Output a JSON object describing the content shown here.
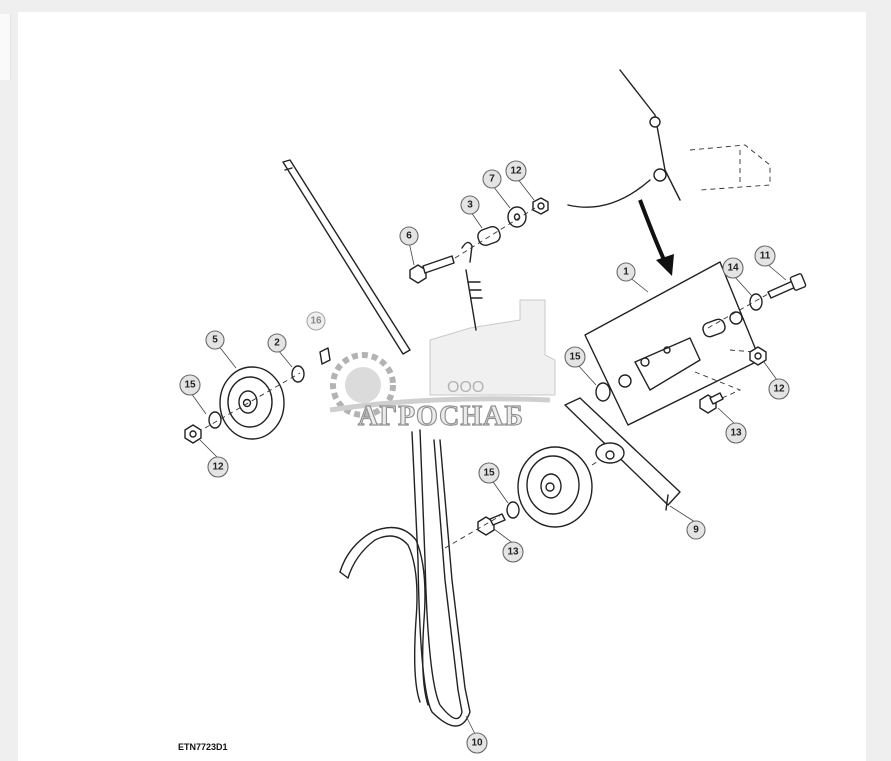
{
  "figure_code": "ETN7723D1",
  "callouts": [
    {
      "id": "c1",
      "label": "1"
    },
    {
      "id": "c2",
      "label": "2"
    },
    {
      "id": "c3",
      "label": "3"
    },
    {
      "id": "c5",
      "label": "5"
    },
    {
      "id": "c6",
      "label": "6"
    },
    {
      "id": "c7",
      "label": "7"
    },
    {
      "id": "c9",
      "label": "9"
    },
    {
      "id": "c10",
      "label": "10"
    },
    {
      "id": "c11",
      "label": "11"
    },
    {
      "id": "c12a",
      "label": "12"
    },
    {
      "id": "c12b",
      "label": "12"
    },
    {
      "id": "c12c",
      "label": "12"
    },
    {
      "id": "c13a",
      "label": "13"
    },
    {
      "id": "c13b",
      "label": "13"
    },
    {
      "id": "c14",
      "label": "14"
    },
    {
      "id": "c15a",
      "label": "15"
    },
    {
      "id": "c15b",
      "label": "15"
    },
    {
      "id": "c15c",
      "label": "15"
    },
    {
      "id": "c16",
      "label": "16"
    }
  ],
  "watermark": {
    "prefix": "ООО",
    "name": "АГРОСНАБ"
  }
}
